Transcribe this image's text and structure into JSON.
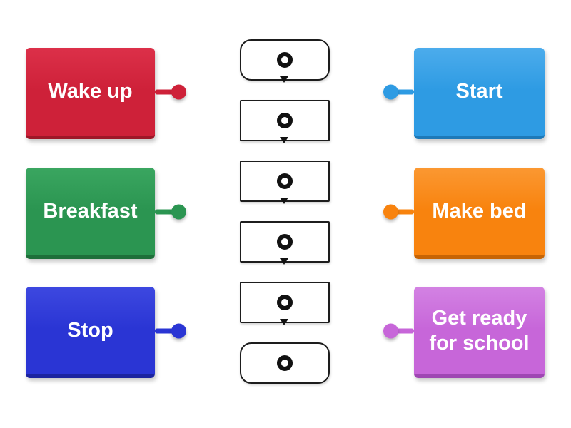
{
  "canvas": {
    "background": "#ffffff"
  },
  "left_items": [
    {
      "label": "Wake up",
      "color": "#ce2139",
      "color_light": "#dc3049",
      "color_dark": "#9e1728"
    },
    {
      "label": "Breakfast",
      "color": "#2b9551",
      "color_light": "#3aa660",
      "color_dark": "#1e6f3a"
    },
    {
      "label": "Stop",
      "color": "#2a35d4",
      "color_light": "#3d48e0",
      "color_dark": "#1c24a0"
    }
  ],
  "right_items": [
    {
      "label": "Start",
      "color": "#2e9be3",
      "color_light": "#4cacec",
      "color_dark": "#1d79b8"
    },
    {
      "label": "Make bed",
      "color": "#f8830e",
      "color_light": "#fb9832",
      "color_dark": "#c76404"
    },
    {
      "label": "Get ready for school",
      "color": "#c766d9",
      "color_light": "#d382e3",
      "color_dark": "#9f46b3"
    }
  ],
  "flowchart": {
    "node_border_color": "#1d1d1d",
    "marker_color": "#111111",
    "arrow_color": "#111111",
    "nodes": [
      {
        "shape": "rounded",
        "marker": "circle"
      },
      {
        "shape": "rect",
        "marker": "circle"
      },
      {
        "shape": "rect",
        "marker": "circle"
      },
      {
        "shape": "rect",
        "marker": "circle"
      },
      {
        "shape": "rect",
        "marker": "circle"
      },
      {
        "shape": "rounded",
        "marker": "circle"
      }
    ]
  }
}
